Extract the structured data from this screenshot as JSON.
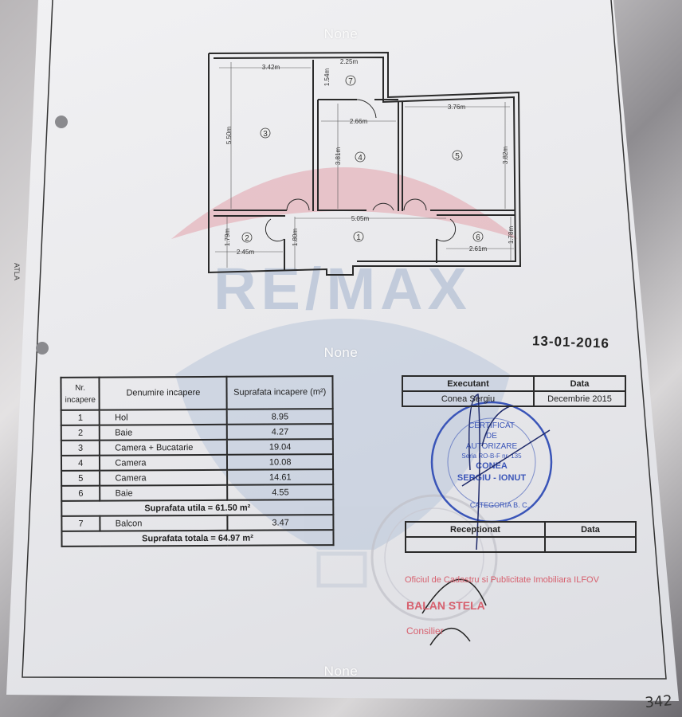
{
  "watermark_labels": [
    "None",
    "None",
    "None"
  ],
  "logo": {
    "text": "RE/MAX",
    "colors": {
      "red": "#e0a0a8",
      "blue": "#a9b8d0"
    }
  },
  "floor_plan": {
    "rooms": [
      "1",
      "2",
      "3",
      "4",
      "5",
      "6",
      "7"
    ],
    "dimensions": {
      "room3_width": "3.42m",
      "room3_length": "5.50m",
      "room7_width": "2.25m",
      "room7_length": "1.54m",
      "room4_width": "2.66m",
      "room4_length": "3.81m",
      "room5_width": "3.76m",
      "room5_length": "3.82m",
      "hall_width": "5.05m",
      "hall_length": "1.80m",
      "room2_width": "2.45m",
      "room2_length": "1.79m",
      "room6_width": "2.61m",
      "room6_length": "1.78m"
    }
  },
  "stamp_date": "13-01-2016",
  "rooms_table": {
    "headers": [
      "Nr. incapere",
      "Denumire incapere",
      "Suprafata incapere (m²)"
    ],
    "rows": [
      {
        "nr": "1",
        "name": "Hol",
        "area": "8.95"
      },
      {
        "nr": "2",
        "name": "Baie",
        "area": "4.27"
      },
      {
        "nr": "3",
        "name": "Camera + Bucatarie",
        "area": "19.04"
      },
      {
        "nr": "4",
        "name": "Camera",
        "area": "10.08"
      },
      {
        "nr": "5",
        "name": "Camera",
        "area": "14.61"
      },
      {
        "nr": "6",
        "name": "Baie",
        "area": "4.55"
      }
    ],
    "useful_area": "Suprafata utila = 61.50 m²",
    "balcony": {
      "nr": "7",
      "name": "Balcon",
      "area": "3.47"
    },
    "total_area": "Suprafata totala = 64.97 m²"
  },
  "executant_table": {
    "headers": [
      "Executant",
      "Data"
    ],
    "executant": "Conea Sergiu",
    "date": "Decembrie 2015"
  },
  "stamp": {
    "lines": [
      "CERTIFICAT",
      "DE",
      "AUTORIZARE",
      "Seria RO-B-F nr. 135",
      "CONEA",
      "SERGIU - IONUT",
      "CATEGORIA B. C."
    ],
    "color": "#3a55b8"
  },
  "receptionat_table": {
    "headers": [
      "Receptionat",
      "Data"
    ]
  },
  "ocpi": {
    "office": "Oficiul de Cadastru si Publicitate Imobiliara ILFOV",
    "name": "BALAN STELA",
    "title": "Consilier",
    "color": "#d7606e"
  },
  "side_label": "ATLA",
  "page_mark": "342"
}
